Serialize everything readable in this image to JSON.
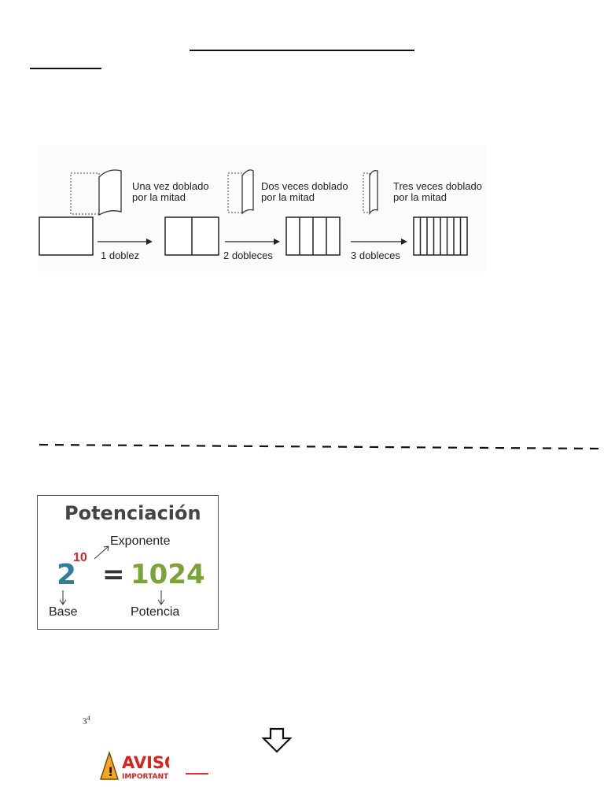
{
  "folding_figure": {
    "captions": [
      {
        "line1": "Una vez doblado",
        "line2": "por la mitad"
      },
      {
        "line1": "Dos veces doblado",
        "line2": "por la mitad"
      },
      {
        "line1": "Tres veces doblado",
        "line2": "por la mitad"
      }
    ],
    "steps": [
      "1 doblez",
      "2 dobleces",
      "3 dobleces"
    ]
  },
  "potenciacion": {
    "title": "Potenciación",
    "exponent_label": "Exponente",
    "exponent": "10",
    "base": "2",
    "equals": "=",
    "result": "1024",
    "base_label": "Base",
    "power_label": "Potencia"
  },
  "power_example": {
    "base": "3",
    "exponent": "4"
  },
  "aviso": {
    "line1": "AVISO",
    "line2": "IMPORTANTE"
  },
  "colors": {
    "base": "#2f7f9a",
    "exponent": "#cc2a2a",
    "result": "#7aa43a",
    "alert": "#e03030"
  }
}
